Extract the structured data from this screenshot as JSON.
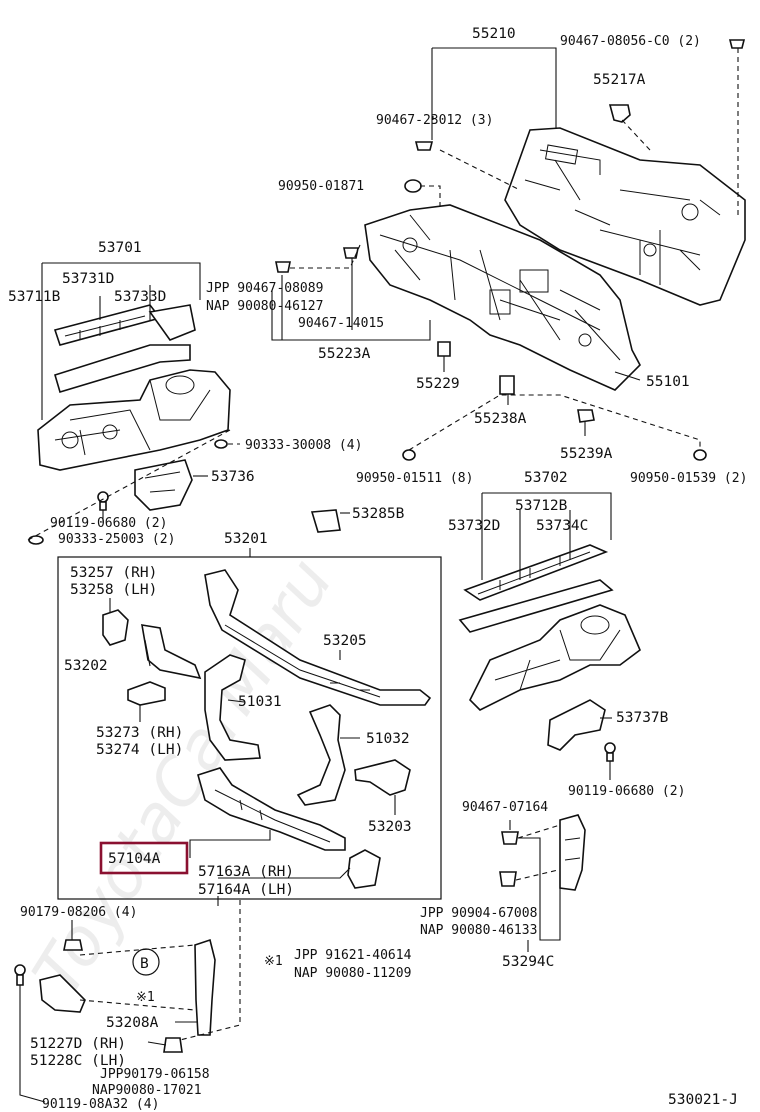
{
  "watermark": "ToyotaCarMaru",
  "diagram_code": "530021-J",
  "callout_letter": "B",
  "labels": {
    "p55210": "55210",
    "p90467_08056": "90467-08056-C0 (2)",
    "p55217A": "55217A",
    "p90467_23012": "90467-23012 (3)",
    "p90950_01871": "90950-01871",
    "p53701": "53701",
    "p53731D": "53731D",
    "p53711B": "53711B",
    "p53733D": "53733D",
    "pJPP90467": "JPP 90467-08089",
    "pNAP90080_46127": "NAP 90080-46127",
    "p90467_14015": "90467-14015",
    "p55223A": "55223A",
    "p55229": "55229",
    "p55101": "55101",
    "p55238A": "55238A",
    "p55239A": "55239A",
    "p90333_30008": "90333-30008 (4)",
    "p53736": "53736",
    "p90950_01511": "90950-01511 (8)",
    "p90950_01539": "90950-01539 (2)",
    "p53702": "53702",
    "p90119_06680a": "90119-06680 (2)",
    "p90333_25003": "90333-25003 (2)",
    "p53285B": "53285B",
    "p53712B": "53712B",
    "p53732D": "53732D",
    "p53734C": "53734C",
    "p53201": "53201",
    "p53257": "53257 (RH)",
    "p53258": "53258 (LH)",
    "p53205": "53205",
    "p53202": "53202",
    "p51031": "51031",
    "p51032": "51032",
    "p53273": "53273 (RH)",
    "p53274": "53274 (LH)",
    "p53737B": "53737B",
    "p90119_06680b": "90119-06680 (2)",
    "p53203": "53203",
    "p90467_07164": "90467-07164",
    "p57104A": "57104A",
    "p57163A": "57163A (RH)",
    "p57164A": "57164A (LH)",
    "p90179_08206": "90179-08206 (4)",
    "pJPP90904": "JPP 90904-67008",
    "pNAP90080_46133": "NAP 90080-46133",
    "p53294C": "53294C",
    "pJPP91621": "JPP 91621-40614",
    "pNAP90080_11209": "NAP 90080-11209",
    "note_mark": "※1",
    "p53208A": "53208A",
    "p51227D": "51227D (RH)",
    "p51228C": "51228C (LH)",
    "pJPP90179": "JPP90179-06158",
    "pNAP90080_17021": "NAP90080-17021",
    "p90119_08A32": "90119-08A32 (4)"
  },
  "colors": {
    "highlight": "#8a1030",
    "line": "#111111"
  }
}
